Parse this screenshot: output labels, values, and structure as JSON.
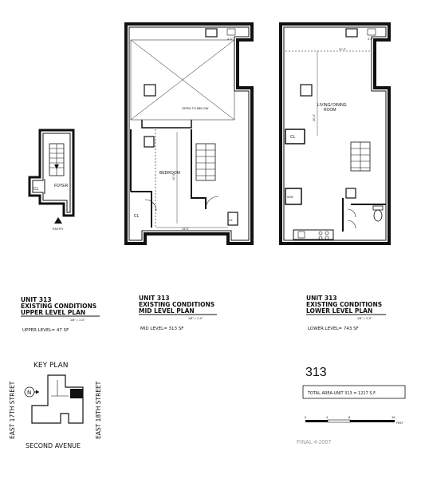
{
  "plans": {
    "upper": {
      "unit": "UNIT 313",
      "line1": "EXISTING CONDITIONS",
      "line2": "UPPER LEVEL PLAN",
      "scale": "1/8\" = 1'-0\"",
      "area": "UPPER LEVEL= 47 SF",
      "labels": {
        "cl": "CL",
        "foyer": "FOYER",
        "entry": "ENTRY"
      }
    },
    "mid": {
      "unit": "UNIT 313",
      "line1": "EXISTING CONDITIONS",
      "line2": "MID LEVEL PLAN",
      "scale": "1/8\" = 1'-0\"",
      "area": "MID LEVEL= 313 SF",
      "labels": {
        "open_below": "OPEN TO BELOW",
        "bedroom": "BEDROOM",
        "cl": "CL",
        "cl2": "CL",
        "dim": "13'-0\"",
        "dim_v": "10'-4\"",
        "dim_s": "4'-0\""
      }
    },
    "lower": {
      "unit": "UNIT 313",
      "line1": "EXISTING CONDITIONS",
      "line2": "LOWER LEVEL PLAN",
      "scale": "1/8\" = 1'-0\"",
      "area": "LOWER LEVEL= 743 SF",
      "labels": {
        "living": "LIVING/ DINING",
        "room": "ROOM",
        "cl": "CL",
        "wd": "W/D",
        "dim": "21'-0\"",
        "dim_v": "20'-4\"",
        "dim_s": "4'-0\""
      }
    }
  },
  "key_plan": {
    "title": "KEY PLAN",
    "north": "N",
    "street_left": "EAST 17TH STREET",
    "street_right": "EAST 18TH STREET",
    "avenue": "SECOND AVENUE"
  },
  "unit_number": "313",
  "total_area": "TOTAL AREA-UNIT 313 = 1217 S.F.",
  "scale_bar": {
    "ticks": [
      "0",
      "4",
      "8",
      "16"
    ],
    "unit": "FEET"
  },
  "final_stamp": "FINAL 4-2007"
}
